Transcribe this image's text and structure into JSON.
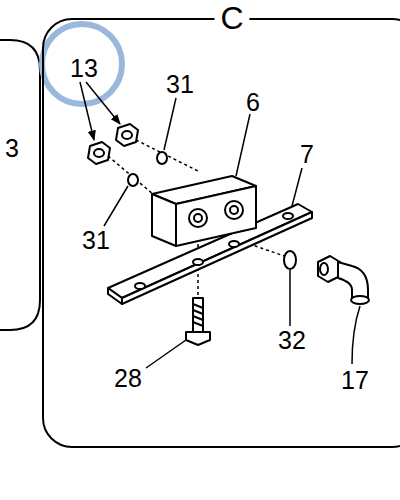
{
  "diagram": {
    "nodes": [
      {
        "text": [
          "C"
        ]
      }
    ],
    "labels": [
      "13",
      "31",
      "6",
      "7",
      "31",
      "32",
      "17",
      "28",
      "3"
    ]
  }
}
